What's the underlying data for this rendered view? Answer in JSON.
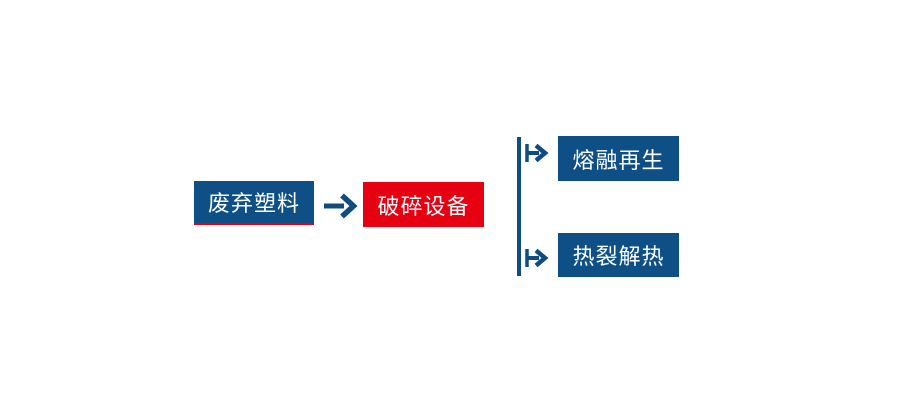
{
  "diagram": {
    "type": "flowchart",
    "background": "#ffffff",
    "colors": {
      "node_blue": "#0e5086",
      "node_red": "#e60012",
      "connector_blue": "#0f4c81",
      "waste_underline_red": "#e60012",
      "label_text": "#fdfdfd"
    },
    "nodes": {
      "waste": {
        "label": "废弃塑料"
      },
      "crusher": {
        "label": "破碎设备"
      },
      "melt": {
        "label": "熔融再生"
      },
      "pyrolysis": {
        "label": "热裂解热"
      }
    },
    "edges": [
      {
        "from": "waste",
        "to": "crusher"
      },
      {
        "from": "crusher",
        "to": "melt"
      },
      {
        "from": "crusher",
        "to": "pyrolysis"
      }
    ]
  }
}
